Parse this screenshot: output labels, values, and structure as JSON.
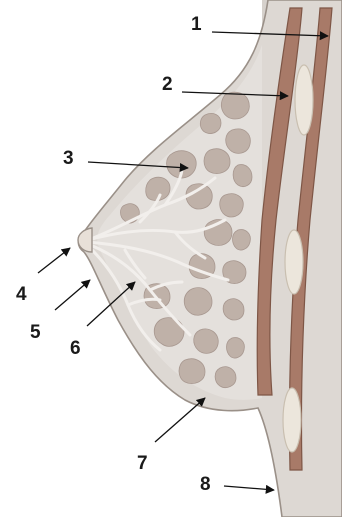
{
  "callouts": [
    {
      "id": "1",
      "label": "1"
    },
    {
      "id": "2",
      "label": "2"
    },
    {
      "id": "3",
      "label": "3"
    },
    {
      "id": "4",
      "label": "4"
    },
    {
      "id": "5",
      "label": "5"
    },
    {
      "id": "6",
      "label": "6"
    },
    {
      "id": "7",
      "label": "7"
    },
    {
      "id": "8",
      "label": "8"
    }
  ],
  "colors": {
    "skin_fill": "#ddd8d3",
    "body_fill": "#d6d1cc",
    "fat_fill": "#e4e0dc",
    "outline": "#9a9088",
    "lobule": "#bfb1a8",
    "lobule_edge": "#a89890",
    "duct": "#f2efec",
    "muscle": "#a87a68",
    "muscle_edge": "#7e5646",
    "rib": "#ece6dc",
    "rib_edge": "#c9bfb0",
    "arrow": "#111111"
  }
}
